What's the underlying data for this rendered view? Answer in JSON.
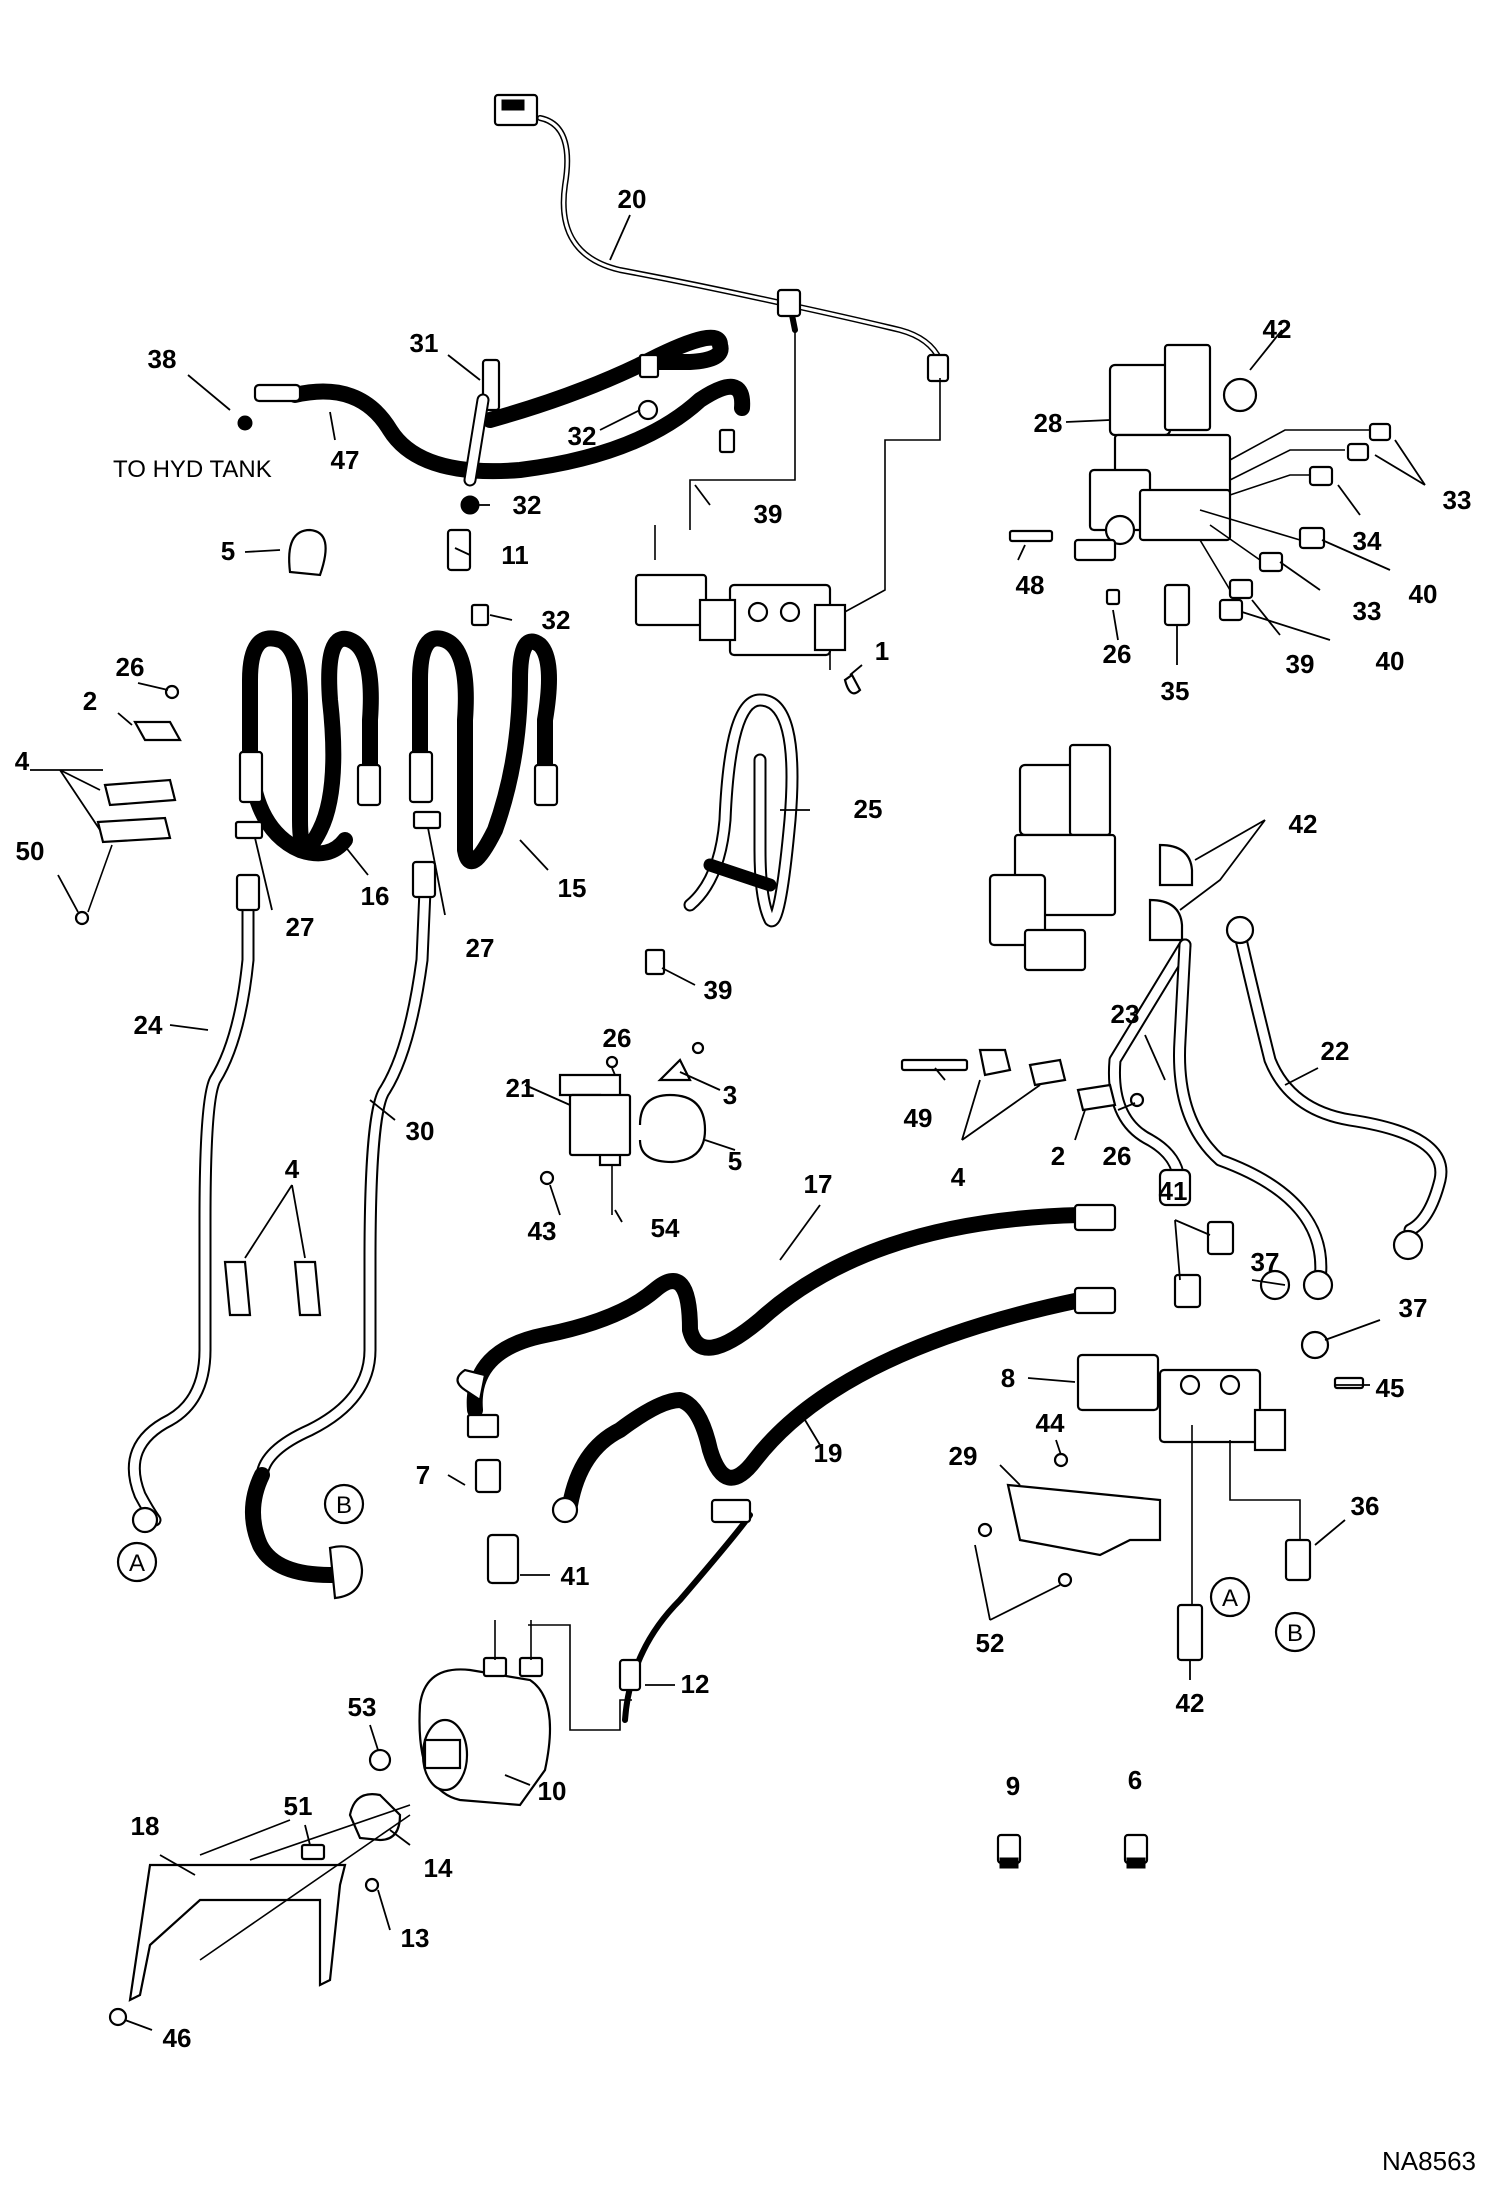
{
  "document_id": "NA8563",
  "notes": {
    "to_hyd_tank": "TO HYD TANK"
  },
  "connection_markers": [
    "A",
    "B",
    "A",
    "B"
  ],
  "callouts": [
    {
      "id": "c20",
      "label": "20"
    },
    {
      "id": "c31",
      "label": "31"
    },
    {
      "id": "c38",
      "label": "38"
    },
    {
      "id": "c47",
      "label": "47"
    },
    {
      "id": "c32a",
      "label": "32"
    },
    {
      "id": "c32b",
      "label": "32"
    },
    {
      "id": "c32c",
      "label": "32"
    },
    {
      "id": "c39a",
      "label": "39"
    },
    {
      "id": "c11",
      "label": "11"
    },
    {
      "id": "c5a",
      "label": "5"
    },
    {
      "id": "c26a",
      "label": "26"
    },
    {
      "id": "c2a",
      "label": "2"
    },
    {
      "id": "c4a",
      "label": "4"
    },
    {
      "id": "c50",
      "label": "50"
    },
    {
      "id": "c27a",
      "label": "27"
    },
    {
      "id": "c16",
      "label": "16"
    },
    {
      "id": "c15",
      "label": "15"
    },
    {
      "id": "c27b",
      "label": "27"
    },
    {
      "id": "c1",
      "label": "1"
    },
    {
      "id": "c25",
      "label": "25"
    },
    {
      "id": "c39b",
      "label": "39"
    },
    {
      "id": "c24",
      "label": "24"
    },
    {
      "id": "c30",
      "label": "30"
    },
    {
      "id": "c4b",
      "label": "4"
    },
    {
      "id": "c42a",
      "label": "42"
    },
    {
      "id": "c28",
      "label": "28"
    },
    {
      "id": "c33a",
      "label": "33"
    },
    {
      "id": "c34",
      "label": "34"
    },
    {
      "id": "c48",
      "label": "48"
    },
    {
      "id": "c40a",
      "label": "40"
    },
    {
      "id": "c33b",
      "label": "33"
    },
    {
      "id": "c26b",
      "label": "26"
    },
    {
      "id": "c39c",
      "label": "39"
    },
    {
      "id": "c40b",
      "label": "40"
    },
    {
      "id": "c35",
      "label": "35"
    },
    {
      "id": "c42b",
      "label": "42"
    },
    {
      "id": "c23",
      "label": "23"
    },
    {
      "id": "c22",
      "label": "22"
    },
    {
      "id": "c49",
      "label": "49"
    },
    {
      "id": "c4c",
      "label": "4"
    },
    {
      "id": "c2b",
      "label": "2"
    },
    {
      "id": "c26c",
      "label": "26"
    },
    {
      "id": "c26d",
      "label": "26"
    },
    {
      "id": "c21",
      "label": "21"
    },
    {
      "id": "c3",
      "label": "3"
    },
    {
      "id": "c5b",
      "label": "5"
    },
    {
      "id": "c43",
      "label": "43"
    },
    {
      "id": "c54",
      "label": "54"
    },
    {
      "id": "c17",
      "label": "17"
    },
    {
      "id": "c41a",
      "label": "41"
    },
    {
      "id": "c37a",
      "label": "37"
    },
    {
      "id": "c37b",
      "label": "37"
    },
    {
      "id": "c8",
      "label": "8"
    },
    {
      "id": "c45",
      "label": "45"
    },
    {
      "id": "c44",
      "label": "44"
    },
    {
      "id": "c29",
      "label": "29"
    },
    {
      "id": "c19",
      "label": "19"
    },
    {
      "id": "c7",
      "label": "7"
    },
    {
      "id": "c41b",
      "label": "41"
    },
    {
      "id": "c36",
      "label": "36"
    },
    {
      "id": "c52",
      "label": "52"
    },
    {
      "id": "c42c",
      "label": "42"
    },
    {
      "id": "c12",
      "label": "12"
    },
    {
      "id": "c53",
      "label": "53"
    },
    {
      "id": "c10",
      "label": "10"
    },
    {
      "id": "c51",
      "label": "51"
    },
    {
      "id": "c14",
      "label": "14"
    },
    {
      "id": "c18",
      "label": "18"
    },
    {
      "id": "c13",
      "label": "13"
    },
    {
      "id": "c46",
      "label": "46"
    },
    {
      "id": "c9",
      "label": "9"
    },
    {
      "id": "c6",
      "label": "6"
    }
  ]
}
